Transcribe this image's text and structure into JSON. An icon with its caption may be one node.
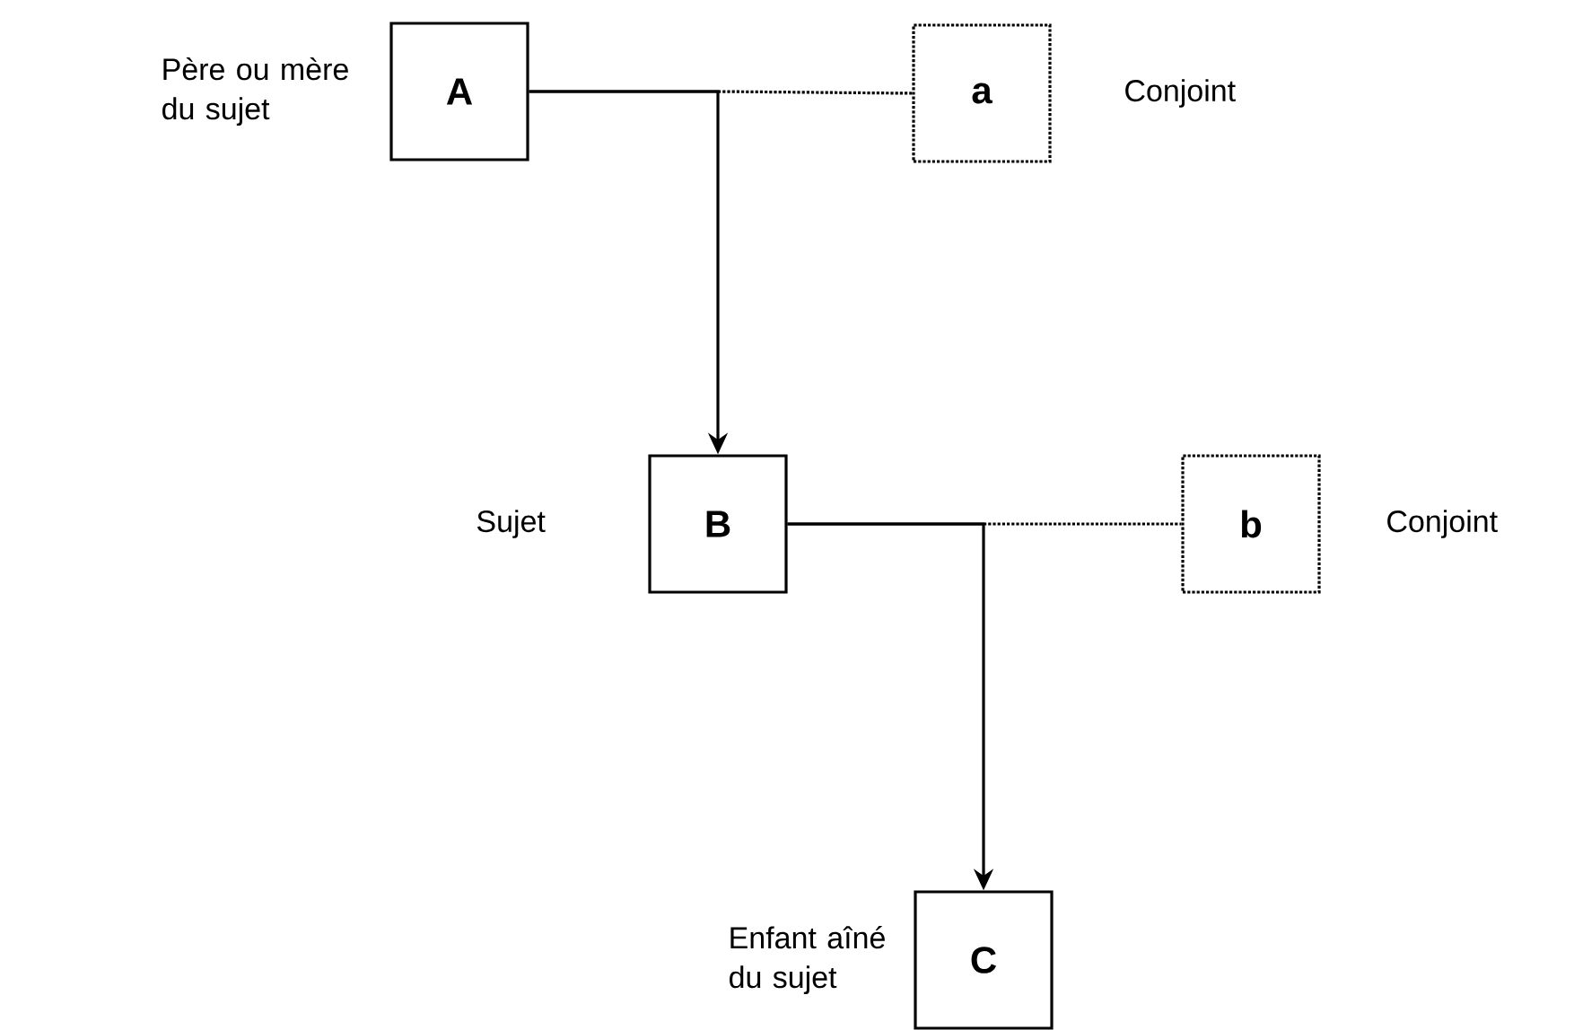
{
  "diagram": {
    "nodes": [
      {
        "text": [
          "A"
        ],
        "beside": [
          "Père ou mère du sujet"
        ]
      },
      {
        "text": [
          "a"
        ],
        "beside": [
          "Conjoint"
        ]
      },
      {
        "text": [
          "B"
        ],
        "beside": [
          "Sujet"
        ]
      },
      {
        "text": [
          "b"
        ],
        "beside": [
          "Conjoint"
        ]
      },
      {
        "text": [
          "C"
        ],
        "beside": [
          "Enfant aîné du sujet"
        ]
      }
    ],
    "edges": [
      {
        "from": 0,
        "to": 1,
        "arrow": "none",
        "style": "dashed"
      },
      {
        "from": 0,
        "to": 2,
        "arrow": "to"
      },
      {
        "from": 2,
        "to": 3,
        "arrow": "none",
        "style": "dashed"
      },
      {
        "from": 2,
        "to": 4,
        "arrow": "to"
      }
    ]
  }
}
